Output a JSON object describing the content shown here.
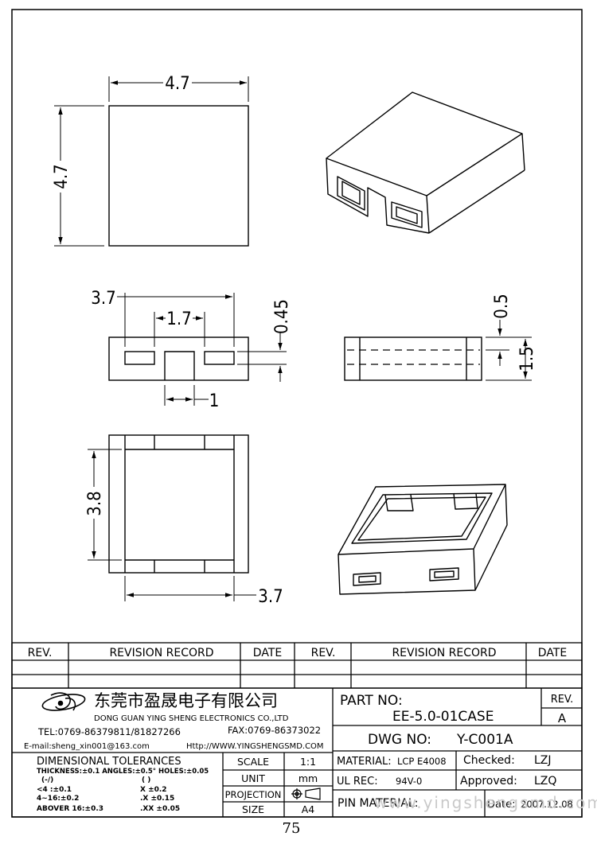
{
  "dimensions": {
    "top_width": "4.7",
    "top_height": "4.7",
    "front_width": "3.7",
    "front_inner": "1.7",
    "front_offset": "0.45",
    "front_slot": "1",
    "side_top": "0.5",
    "side_height": "1.5",
    "bottom_height": "3.8",
    "bottom_width": "3.7"
  },
  "revision_table": {
    "rev_label": "REV.",
    "record_label": "REVISION RECORD",
    "date_label": "DATE"
  },
  "company": {
    "name_cn": "东莞市盈晟电子有限公司",
    "name_en": "DONG GUAN YING SHENG ELECTRONICS CO.,LTD",
    "tel": "TEL:0769-86379811/81827266",
    "fax": "FAX:0769-86373022",
    "email": "E-mail:sheng_xin001@163.com",
    "web": "Http://WWW.YINGSHENGSMD.COM"
  },
  "tolerances": {
    "title": "DIMENSIONAL TOLERANCES",
    "line1": "THICKNESS:±0.1  ANGLES:±0.5°  HOLES:±0.05",
    "col1_h": "(-/)",
    "col2_h": "( )",
    "r1a": "<4  :±0.1",
    "r1b": "X  ±0.2",
    "r2a": "4~16:±0.2",
    "r2b": ".X  ±0.15",
    "r3a": "ABOVER 16:±0.3",
    "r3b": ".XX  ±0.05"
  },
  "specs": {
    "scale_label": "SCALE",
    "scale_value": "1:1",
    "unit_label": "UNIT",
    "unit_value": "mm",
    "projection_label": "PROJECTION",
    "size_label": "SIZE",
    "size_value": "A4"
  },
  "part": {
    "part_no_label": "PART  NO:",
    "part_no": "EE-5.0-01CASE",
    "rev_label": "REV.",
    "rev_value": "A",
    "dwg_no_label": "DWG  NO:",
    "dwg_no": "Y-C001A",
    "material_label": "MATERIAL:",
    "material": "LCP  E4008",
    "checked_label": "Checked:",
    "checked": "LZJ",
    "ul_label": "UL  REC:",
    "ul": "94V-0",
    "approved_label": "Approved:",
    "approved": "LZQ",
    "pin_label": "PIN  MATERIAL:",
    "date_label": "Date:",
    "date": "2007.12.08"
  },
  "watermark": "www.yingshengsmd.com",
  "page_number": "75"
}
